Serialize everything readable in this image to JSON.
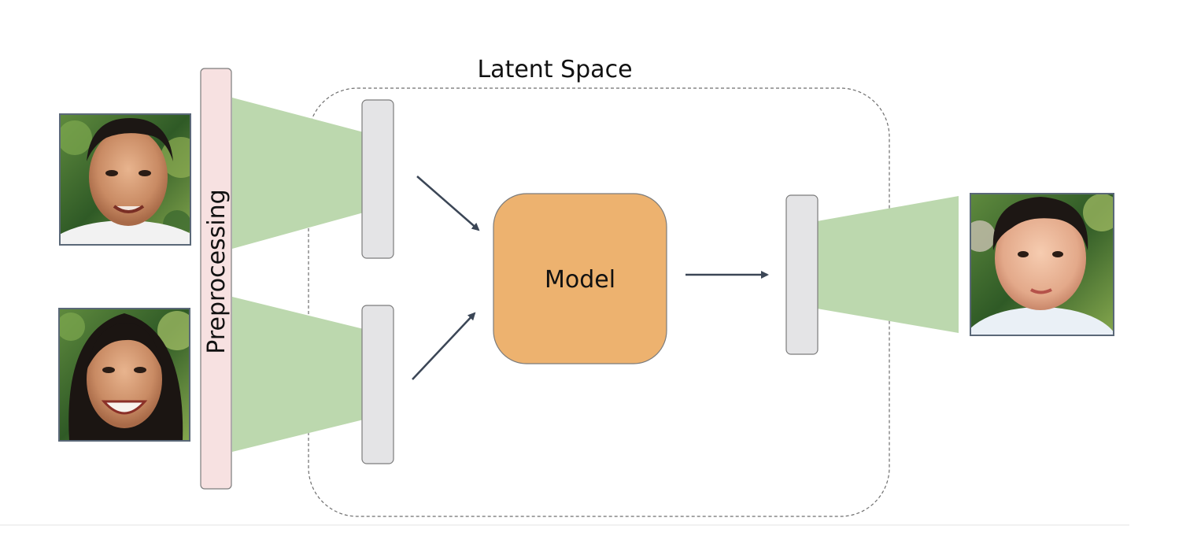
{
  "labels": {
    "latent_space": "Latent Space",
    "preprocessing": "Preprocessing",
    "model": "Model"
  },
  "images": {
    "input_top": "adult man face photo",
    "input_bottom": "adult woman face photo",
    "output": "child face photo"
  },
  "colors": {
    "preprocessing_fill": "#f7e1e1",
    "encoder_fill": "#bcd8ae",
    "latent_vector_fill": "#e4e4e6",
    "model_fill": "#edb26f",
    "arrow": "#3b4656",
    "border": "#7c7c7c"
  }
}
